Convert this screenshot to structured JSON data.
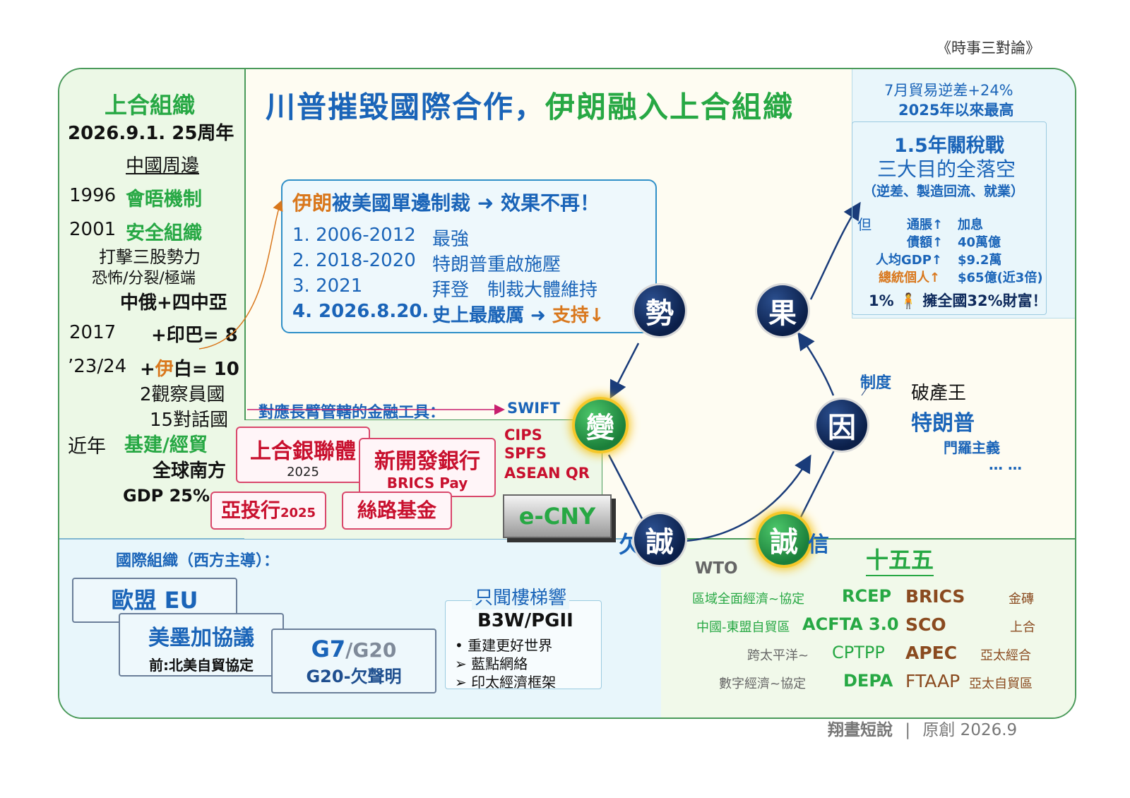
{
  "header": {
    "source": "《時事三對論》"
  },
  "title": {
    "part1": "川普摧毀國際合作，",
    "part2": "伊朗融入上合組織"
  },
  "left": {
    "heading": "上合組織",
    "anniv": "2026.9.1. 25周年",
    "neighbor": "中國周邊",
    "y1996": "1996",
    "m1996": "會晤機制",
    "y2001": "2001",
    "m2001": "安全組織",
    "strike": "打擊三股勢力",
    "terror": "恐怖/分裂/極端",
    "cr4": "中俄+四中亞",
    "y2017": "2017",
    "m2017": "+印巴= 8",
    "y2324": "’23/24",
    "m2324a": "+",
    "m2324b": "伊",
    "m2324c": "白= 10",
    "observer": "2觀察員國",
    "dialog": "15對話國",
    "recent": "近年",
    "infra": "基建/經貿",
    "south": "全球南方",
    "gdp": "GDP 25%"
  },
  "iran": {
    "head_a": "伊朗",
    "head_b": "被美國單邊制裁 ➜ 效果不再！",
    "items": [
      {
        "n": "1. 2006-2012",
        "t": "最強"
      },
      {
        "n": "2. 2018-2020",
        "t": "特朗普重啟施壓"
      },
      {
        "n": "3. 2021",
        "t": "拜登　制裁大體維持"
      }
    ],
    "item4_n": "4. 2026.8.20.",
    "item4_t": "史上最嚴厲 ➜ ",
    "item4_s": "支持↓"
  },
  "finance": {
    "line": "對應長臂管轄的金融工具：",
    "swift": "SWIFT",
    "sco_bank": "上合銀聯體",
    "sco_bank_year": "2025",
    "ndb": "新開發銀行",
    "brics_pay": "BRICS Pay",
    "aiib": "亞投行",
    "aiib_year": "2025",
    "silk": "絲路基金",
    "cips": "CIPS",
    "spfs": "SPFS",
    "asean": "ASEAN QR",
    "ecny": "e-CNY"
  },
  "cycle": {
    "shi": "勢",
    "guo": "果",
    "bian": "變",
    "yin": "因",
    "qian": "欠",
    "cheng1": "誠",
    "cheng2": "誠",
    "xin": "信"
  },
  "right": {
    "trade1": "7月貿易逆差+24%",
    "trade2": "2025年以來最高",
    "tariff1": "1.5年關稅戰",
    "tariff2": "三大目的全落空",
    "tariff3": "（逆差、製造回流、就業）",
    "but": "但",
    "stats": [
      {
        "k": "通脹↑",
        "v": "加息"
      },
      {
        "k": "債額↑",
        "v": "40萬億"
      },
      {
        "k": "人均GDP↑",
        "v": "$9.2萬"
      },
      {
        "k": "總統個人↑",
        "v": "$65億(近3倍)"
      }
    ],
    "wealth": "1% 🧍 擁全國32%財富！",
    "system": "制度",
    "bankrupt": "破產王",
    "trump": "特朗普",
    "monroe": "門羅主義",
    "dots": "… …"
  },
  "bottom_left": {
    "heading": "國際組織（西方主導）：",
    "eu": "歐盟 EU",
    "usmca": "美墨加協議",
    "nafta": "前:北美自貿協定",
    "g7": "G7",
    "g20": "/G20",
    "g20note": "G20-欠聲明",
    "stairs": "只聞樓梯響",
    "b3w": "B3W/PGII",
    "b1": "• 重建更好世界",
    "b2": "➢ 藍點網絡",
    "b3": "➢ 印太經濟框架"
  },
  "bottom_right": {
    "wto": "WTO",
    "fiveyear": "十五五",
    "rows": [
      {
        "desc": "區域全面經濟~協定",
        "code": "RCEP",
        "org": "BRICS",
        "orgdesc": "金磚"
      },
      {
        "desc": "中國-東盟自貿區",
        "code": "ACFTA 3.0",
        "org": "SCO",
        "orgdesc": "上合"
      },
      {
        "desc": "跨太平洋~",
        "code": "CPTPP",
        "org": "APEC",
        "orgdesc": "亞太經合"
      },
      {
        "desc": "數字經濟~協定",
        "code": "DEPA",
        "org": "FTAAP",
        "orgdesc": "亞太自貿區"
      }
    ]
  },
  "footer": {
    "author": "翔晝短說",
    "sep": "|",
    "original": "原創 2026.9"
  }
}
